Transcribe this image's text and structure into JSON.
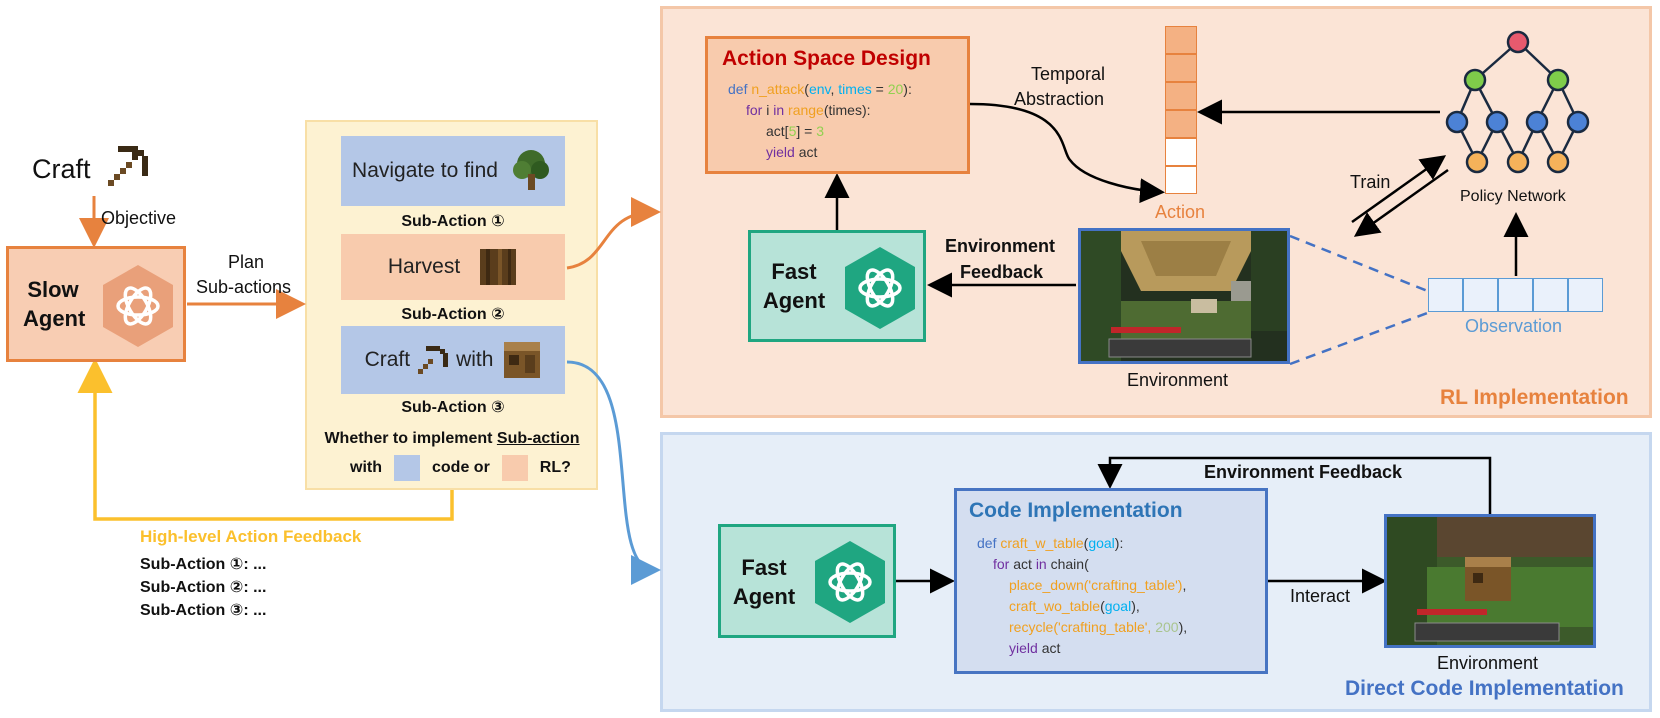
{
  "left": {
    "craft_label": "Craft",
    "objective_label": "Objective",
    "slow_agent_line1": "Slow",
    "slow_agent_line2": "Agent",
    "plan_line1": "Plan",
    "plan_line2": "Sub-actions",
    "feedback_title": "High-level Action Feedback",
    "feedback_items": [
      "Sub-Action ①: ...",
      "Sub-Action ②: ...",
      "Sub-Action ③: ..."
    ]
  },
  "middle": {
    "sub1_text": "Navigate to find",
    "sub1_label": "Sub-Action ①",
    "sub2_text": "Harvest",
    "sub2_label": "Sub-Action ②",
    "sub3_text_a": "Craft",
    "sub3_text_b": "with",
    "sub3_label": "Sub-Action ③",
    "question_a": "Whether to implement ",
    "question_b": "Sub-action",
    "question_c": "with",
    "question_d": "code or",
    "question_e": "RL?"
  },
  "rl": {
    "panel_title": "RL Implementation",
    "asd_title": "Action Space Design",
    "code": {
      "l1_def": "def ",
      "l1_fn": "n_attack",
      "l1_p1": "(",
      "l1_env": "env",
      "l1_comma": ", ",
      "l1_times": "times",
      "l1_eq": " = ",
      "l1_num": "20",
      "l1_end": "):",
      "l2_for": "for ",
      "l2_i": "i ",
      "l2_in": "in ",
      "l2_range": "range",
      "l2_args": "(times):",
      "l3_act": "act[",
      "l3_idx": "5",
      "l3_mid": "] = ",
      "l3_val": "3",
      "l4_yield": "yield ",
      "l4_act": "act"
    },
    "temporal_line1": "Temporal",
    "temporal_line2": "Abstraction",
    "action_label": "Action",
    "train_label": "Train",
    "policy_label": "Policy Network",
    "observation_label": "Observation",
    "env_feedback_line1": "Environment",
    "env_feedback_line2": "Feedback",
    "environment_label": "Environment",
    "fast_line1": "Fast",
    "fast_line2": "Agent"
  },
  "code_impl": {
    "panel_title": "Direct Code Implementation",
    "title": "Code Implementation",
    "env_feedback": "Environment Feedback",
    "interact": "Interact",
    "environment_label": "Environment",
    "fast_line1": "Fast",
    "fast_line2": "Agent",
    "code": {
      "l1_def": "def ",
      "l1_fn": "craft_w_table",
      "l1_p": "(",
      "l1_goal": "goal",
      "l1_end": "):",
      "l2_for": "for ",
      "l2_act": "act ",
      "l2_in": "in ",
      "l2_chain": "chain(",
      "l3_fn": "place_down",
      "l3_arg": "('crafting_table')",
      "l3_end": ",",
      "l4_fn": "craft_wo_table",
      "l4_p": "(",
      "l4_goal": "goal",
      "l4_end": "),",
      "l5_fn": "recycle",
      "l5_arg": "('crafting_table', ",
      "l5_num": "200",
      "l5_end": "),",
      "l6_yield": "yield ",
      "l6_act": "act"
    }
  },
  "colors": {
    "orange": "#e7823e",
    "yellow": "#fbc02d",
    "blue": "#5b9bd5",
    "green": "#1fa681"
  }
}
